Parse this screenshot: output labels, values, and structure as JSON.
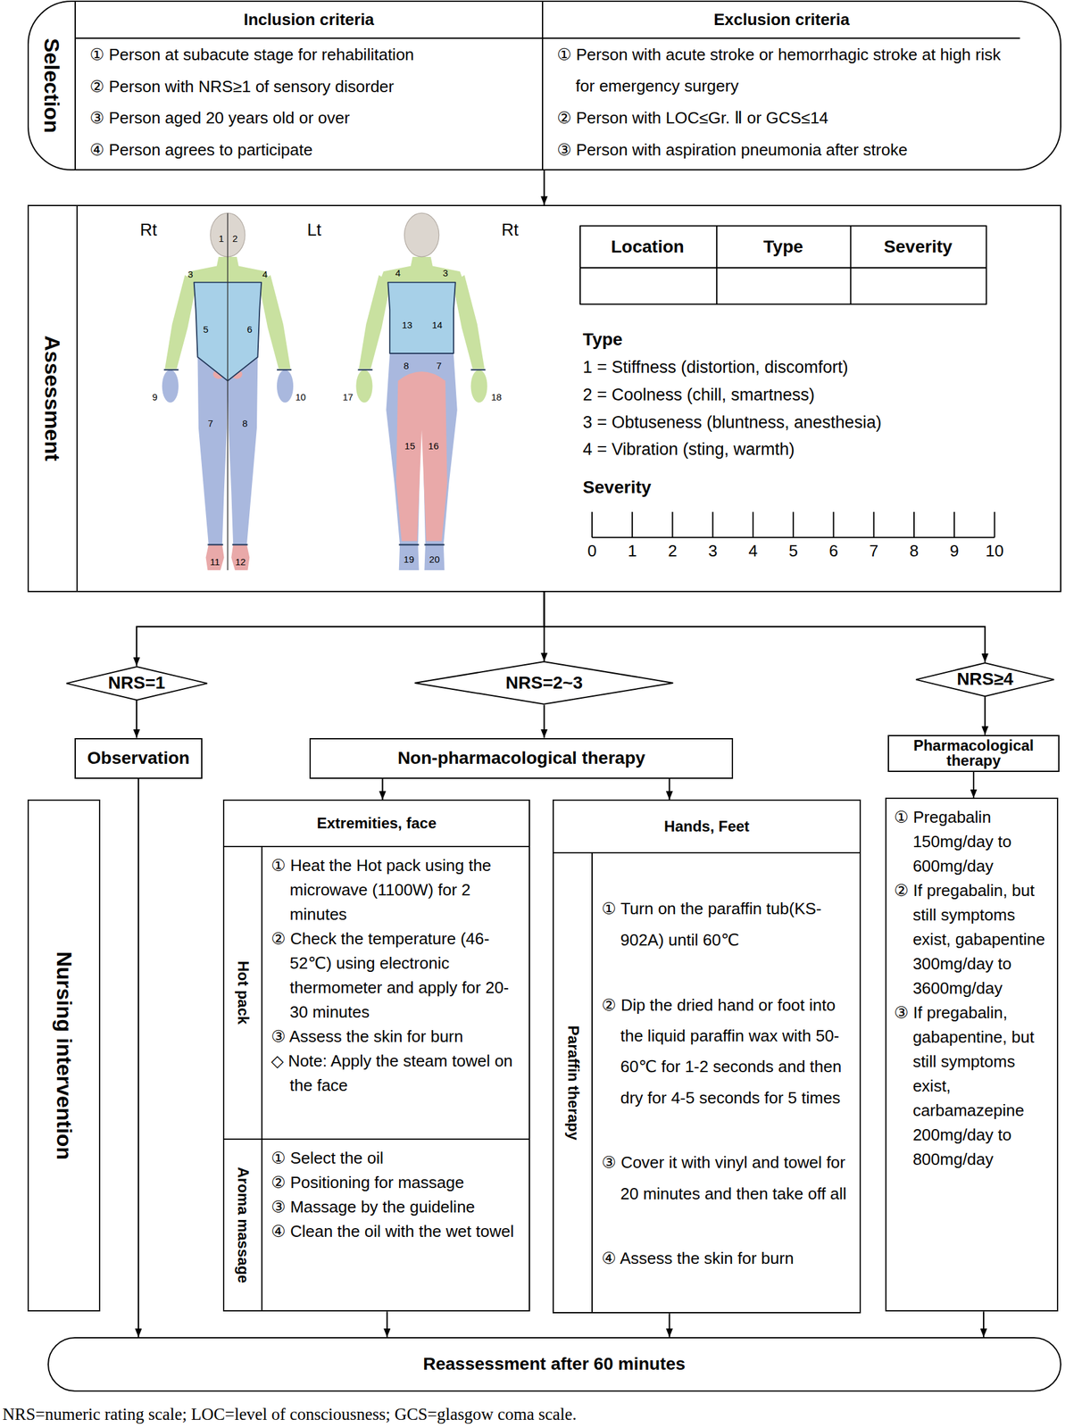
{
  "diagram": {
    "caption": "NRS=numeric rating scale; LOC=level of consciousness; GCS=glasgow coma scale.",
    "nodes": [
      {
        "text": [
          "Selection"
        ]
      },
      {
        "text": [
          "Inclusion criteria",
          "① Person at subacute stage for rehabilitation",
          "② Person with NRS≥1 of sensory disorder",
          "③ Person aged 20 years old or over",
          "④ Person agrees to participate"
        ],
        "in": 0
      },
      {
        "text": [
          "Exclusion criteria",
          "① Person with acute stroke or hemorrhagic stroke at high risk for emergency surgery",
          "② Person with LOC≤Gr. Ⅱ or GCS≤14",
          "③ Person with aspiration pneumonia after stroke"
        ],
        "in": 0
      },
      {
        "text": [
          "Assessment"
        ]
      },
      {
        "text": [
          "NRS=1"
        ]
      },
      {
        "text": [
          "NRS=2~3"
        ]
      },
      {
        "text": [
          "NRS≥4"
        ]
      },
      {
        "text": [
          "Observation"
        ]
      },
      {
        "text": [
          "Non-pharmacological therapy"
        ]
      },
      {
        "text": [
          "Pharmacological therapy"
        ]
      },
      {
        "text": [
          "Nursing intervention"
        ]
      },
      {
        "text": [
          "Extremities, face"
        ]
      },
      {
        "text": [
          "Hot pack",
          "① Heat the Hot pack using the microwave (1100W) for 2 minutes",
          "② Check the temperature (46-52℃) using electronic thermometer and apply for 20-30 minutes",
          "③ Assess the skin for burn",
          "◇ Note: Apply the steam towel on the face"
        ],
        "in": 11
      },
      {
        "text": [
          "Aroma massage",
          "① Select the oil",
          "② Positioning for massage",
          "③ Massage by the guideline",
          "④ Clean the oil with the wet towel"
        ],
        "in": 11
      },
      {
        "text": [
          "Hands, Feet"
        ]
      },
      {
        "text": [
          "Paraffin therapy",
          "① Turn on the paraffin tub(KS-902A) until 60℃",
          "② Dip the dried hand or foot into the liquid paraffin wax with 50-60℃ for 1-2 seconds and then dry for 4-5 seconds for 5 times",
          "③ Cover it with vinyl and towel for 20 minutes and then take off all",
          "④ Assess the skin for burn"
        ],
        "in": 14
      },
      {
        "text": [
          "① Pregabalin 150mg/day to 600mg/day",
          "② If pregabalin, but still symptoms exist, gabapentine 300mg/day to 3600mg/day",
          "③ If pregabalin, gabapentine, but still symptoms exist, carbamazepine 200mg/day to 800mg/day"
        ]
      },
      {
        "text": [
          "Reassessment after 60 minutes"
        ]
      }
    ],
    "edges": [
      {
        "from": 0,
        "to": 3,
        "arrow": "to"
      },
      {
        "from": 3,
        "to": 4,
        "arrow": "to"
      },
      {
        "from": 3,
        "to": 5,
        "arrow": "to"
      },
      {
        "from": 3,
        "to": 6,
        "arrow": "to"
      },
      {
        "from": 4,
        "to": 7,
        "arrow": "to"
      },
      {
        "from": 5,
        "to": 8,
        "arrow": "to"
      },
      {
        "from": 6,
        "to": 9,
        "arrow": "to"
      },
      {
        "from": 7,
        "to": 17,
        "arrow": "to"
      },
      {
        "from": 8,
        "to": 11,
        "arrow": "to"
      },
      {
        "from": 8,
        "to": 14,
        "arrow": "to"
      },
      {
        "from": 9,
        "to": 16,
        "arrow": "to"
      },
      {
        "from": 11,
        "to": 17,
        "arrow": "to"
      },
      {
        "from": 14,
        "to": 17,
        "arrow": "to"
      },
      {
        "from": 16,
        "to": 17,
        "arrow": "to"
      }
    ],
    "labels": [
      "Rt",
      "Lt",
      "Rt",
      "1",
      "2",
      "3",
      "4",
      "5",
      "6",
      "7",
      "8",
      "9",
      "10",
      "11",
      "12",
      "4",
      "3",
      "13",
      "14",
      "8",
      "7",
      "17",
      "18",
      "15",
      "16",
      "19",
      "20",
      "Location",
      "Type",
      "Severity",
      "Type",
      "1 = Stiffness (distortion, discomfort)",
      "2 = Coolness (chill, smartness)",
      "3 = Obtuseness (bluntness, anesthesia)",
      "4 = Vibration (sting, warmth)",
      "Severity",
      "0",
      "1",
      "2",
      "3",
      "4",
      "5",
      "6",
      "7",
      "8",
      "9",
      "10"
    ]
  }
}
